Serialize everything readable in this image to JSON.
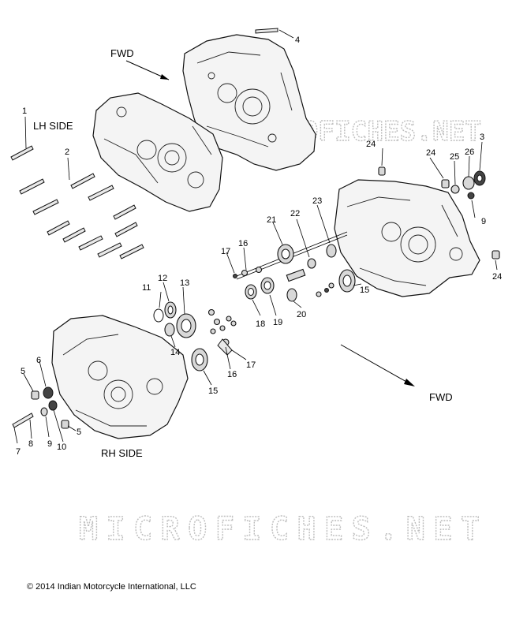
{
  "labels": {
    "lh_side": "LH SIDE",
    "rh_side": "RH SIDE",
    "fwd_top": "FWD",
    "fwd_bottom": "FWD"
  },
  "watermark": "MICROFICHES.NET",
  "copyright": "© 2014 Indian Motorcycle International, LLC",
  "callouts": [
    "1",
    "2",
    "3",
    "4",
    "5",
    "5",
    "6",
    "7",
    "8",
    "9",
    "9",
    "10",
    "11",
    "12",
    "13",
    "14",
    "15",
    "15",
    "16",
    "16",
    "17",
    "17",
    "18",
    "19",
    "20",
    "21",
    "22",
    "23",
    "24",
    "24",
    "24",
    "25",
    "26"
  ]
}
